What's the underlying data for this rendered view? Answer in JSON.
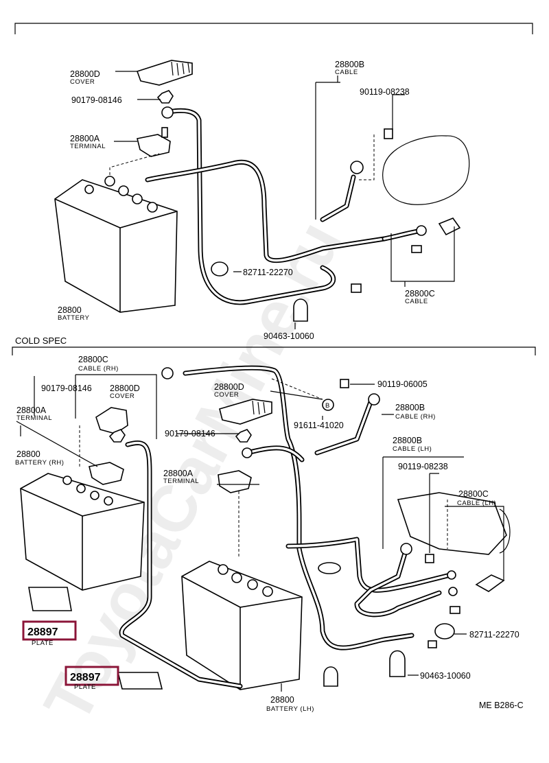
{
  "watermark": "ToyotaCarMine.ru",
  "top": {
    "cover": {
      "num": "28800D",
      "sub": "COVER"
    },
    "nut": {
      "num": "90179-08146"
    },
    "terminal": {
      "num": "28800A",
      "sub": "TERMINAL"
    },
    "cable_b": {
      "num": "28800B",
      "sub": "CABLE"
    },
    "bolt": {
      "num": "90119-08238"
    },
    "clamp": {
      "num": "82711-22270"
    },
    "cable_c": {
      "num": "28800C",
      "sub": "CABLE"
    },
    "clip": {
      "num": "90463-10060"
    },
    "battery": {
      "num": "28800",
      "sub": "BATTERY"
    }
  },
  "cold_spec_title": "COLD SPEC",
  "bottom": {
    "cable_c_rh": {
      "num": "28800C",
      "sub": "CABLE (RH)"
    },
    "nut": {
      "num": "90179-08146"
    },
    "cover": {
      "num": "28800D",
      "sub": "COVER"
    },
    "terminal_rh": {
      "num": "28800A",
      "sub": "TERMINAL"
    },
    "battery_rh": {
      "num": "28800",
      "sub": "BATTERY (RH)"
    },
    "cover2": {
      "num": "28800D",
      "sub": "COVER"
    },
    "nut2": {
      "num": "90179-08146"
    },
    "terminal2": {
      "num": "28800A",
      "sub": "TERMINAL"
    },
    "bolt_b": {
      "num": "91611-41020",
      "mark": "B"
    },
    "bolt_top": {
      "num": "90119-06005"
    },
    "cable_b_rh": {
      "num": "28800B",
      "sub": "CABLE (RH)"
    },
    "cable_b_lh": {
      "num": "28800B",
      "sub": "CABLE (LH)"
    },
    "bolt_lh": {
      "num": "90119-08238"
    },
    "cable_c_lh": {
      "num": "28800C",
      "sub": "CABLE (LH)"
    },
    "clamp": {
      "num": "82711-22270"
    },
    "clip": {
      "num": "90463-10060"
    },
    "plate1": {
      "num": "28897",
      "sub": "PLATE"
    },
    "plate2": {
      "num": "28897",
      "sub": "PLATE"
    },
    "battery_lh": {
      "num": "28800",
      "sub": "BATTERY (LH)"
    }
  },
  "footer_code": "ME B286-C",
  "colors": {
    "highlight": "#8b1538",
    "watermark": "#d9d9d9"
  }
}
